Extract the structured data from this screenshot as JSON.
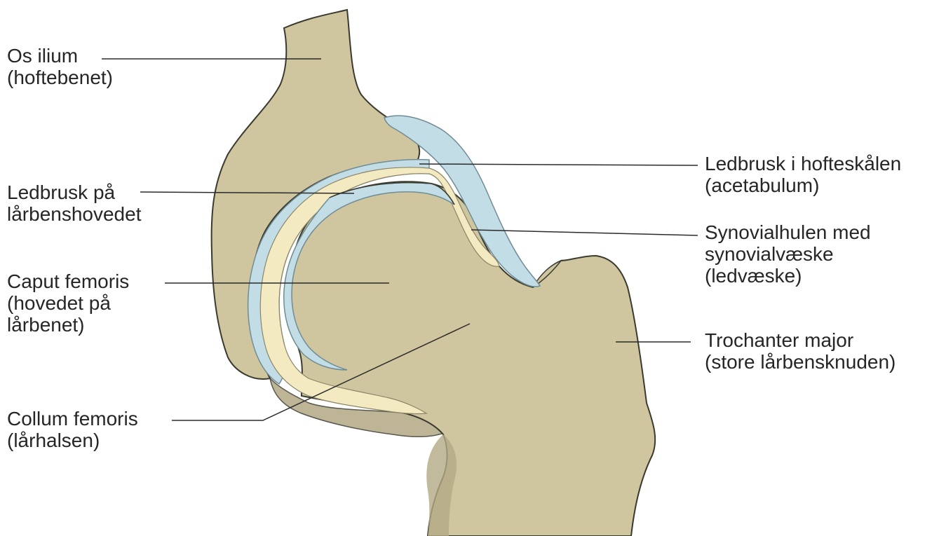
{
  "labels": {
    "os_ilium": {
      "line1": "Os ilium",
      "line2": "(hoftebenet)"
    },
    "ledbrusk_femur": {
      "line1": "Ledbrusk på",
      "line2": "lårbenshovedet"
    },
    "caput_femoris": {
      "line1": "Caput femoris",
      "line2": "(hovedet på",
      "line3": "lårbenet)"
    },
    "collum_femoris": {
      "line1": "Collum femoris",
      "line2": "(lårhalsen)"
    },
    "ledbrusk_acetabulum": {
      "line1": "Ledbrusk i hofteskålen",
      "line2": "(acetabulum)"
    },
    "synovialhulen": {
      "line1": "Synovialhulen med",
      "line2": "synovialvæske",
      "line3": "(ledvæske)"
    },
    "trochanter_major": {
      "line1": "Trochanter major",
      "line2": "(store lårbensknuden)"
    }
  },
  "colors": {
    "bone": "#cfc6a0",
    "bone_edge": "#3a3a2e",
    "bone_shadow": "#b3a985",
    "cartilage": "#c3dde6",
    "cartilage_edge": "#6f8c96",
    "synovial": "#f3eac2",
    "leader_line": "#2b2b2b",
    "text": "#262626"
  }
}
